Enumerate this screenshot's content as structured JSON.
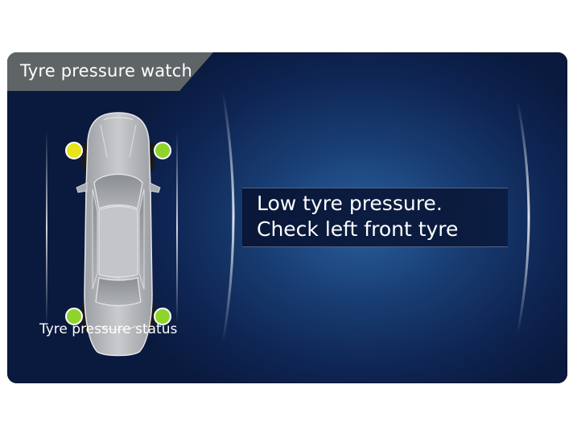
{
  "header": {
    "title": "Tyre pressure watch"
  },
  "status": {
    "label": "Tyre pressure status"
  },
  "message": {
    "line1": "Low tyre pressure.",
    "line2": "Check left front tyre"
  },
  "tyres": {
    "front_left": {
      "state": "warning",
      "color": "#e8e41a"
    },
    "front_right": {
      "state": "ok",
      "color": "#8ed42c"
    },
    "rear_left": {
      "state": "ok",
      "color": "#8ed42c"
    },
    "rear_right": {
      "state": "ok",
      "color": "#8ed42c"
    }
  },
  "colors": {
    "panel_dark": "#0e2452",
    "panel_light": "#2a5f9e",
    "tab": "#5f6567"
  }
}
